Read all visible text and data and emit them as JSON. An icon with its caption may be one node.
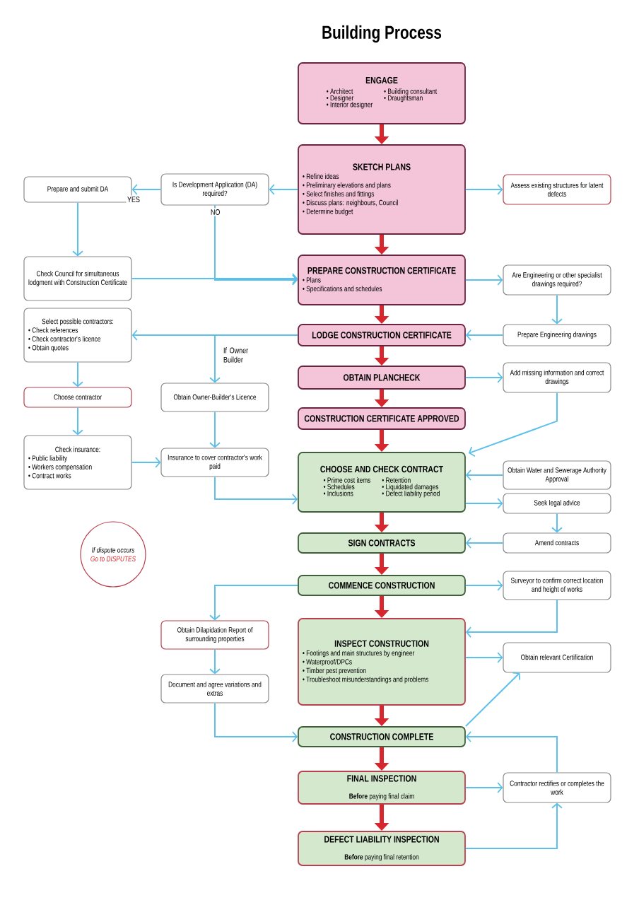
{
  "diagram": {
    "title": "Building Process",
    "nodes": [
      {
        "text": [
          "ENGAGE",
          "• Architect",
          "• Building consultant",
          "• Designer",
          "• Draughtsman",
          "• Interior designer"
        ]
      },
      {
        "text": [
          "SKETCH PLANS",
          "• Refine ideas",
          "• Preliminary elevations and plans",
          "• Select finishes and fittings",
          "• Discuss plans: neighbours, Council",
          "• Determine budget"
        ]
      },
      {
        "text": [
          "Is Development Application (DA) required?"
        ]
      },
      {
        "text": [
          "Prepare and submit DA"
        ]
      },
      {
        "text": [
          "Assess existing structures for latent defects"
        ]
      },
      {
        "text": [
          "Check Council for simultaneous lodgment with Construction Certificate"
        ]
      },
      {
        "text": [
          "PREPARE CONSTRUCTION CERTIFICATE",
          "• Plans",
          "• Specifications and schedules"
        ]
      },
      {
        "text": [
          "Are Engineering or other specialist drawings required?"
        ]
      },
      {
        "text": [
          "Select possible contractors:",
          "• Check references",
          "• Check contractor's licence",
          "• Obtain quotes"
        ]
      },
      {
        "text": [
          "LODGE CONSTRUCTION CERTIFICATE"
        ]
      },
      {
        "text": [
          "Prepare Engineering drawings"
        ]
      },
      {
        "text": [
          "Obtain Owner-Builder's Licence"
        ]
      },
      {
        "text": [
          "Choose contractor"
        ]
      },
      {
        "text": [
          "OBTAIN PLANCHECK"
        ]
      },
      {
        "text": [
          "Add missing information and correct drawings"
        ]
      },
      {
        "text": [
          "CONSTRUCTION CERTIFICATE APPROVED"
        ]
      },
      {
        "text": [
          "Check insurance:",
          "• Public liability",
          "• Workers compensation",
          "• Contract works"
        ]
      },
      {
        "text": [
          "Insurance to cover contractor's work paid"
        ]
      },
      {
        "text": [
          "CHOOSE AND CHECK CONTRACT",
          "• Prime cost items",
          "• Retention",
          "• Schedules",
          "• Liquidated damages",
          "• Inclusions",
          "• Defect liability period"
        ]
      },
      {
        "text": [
          "Obtain Water and Sewerage Authority Approval"
        ]
      },
      {
        "text": [
          "Seek legal advice"
        ]
      },
      {
        "text": [
          "SIGN CONTRACTS"
        ]
      },
      {
        "text": [
          "Amend contracts"
        ]
      },
      {
        "text": [
          "If dispute occurs",
          "Go to DISPUTES"
        ]
      },
      {
        "text": [
          "COMMENCE CONSTRUCTION"
        ]
      },
      {
        "text": [
          "Surveyor to confirm correct location and height of works"
        ]
      },
      {
        "text": [
          "Obtain Dilapidation Report of surrounding properties"
        ]
      },
      {
        "text": [
          "INSPECT CONSTRUCTION",
          "• Footings and main structures by engineer",
          "• Waterproof/DPCs",
          "• Timber pest prevention",
          "• Troubleshoot misunderstandings and problems"
        ]
      },
      {
        "text": [
          "Obtain relevant Certification"
        ]
      },
      {
        "text": [
          "Document and agree variations and extras"
        ]
      },
      {
        "text": [
          "CONSTRUCTION COMPLETE"
        ]
      },
      {
        "text": [
          "FINAL INSPECTION",
          "**Before** paying final claim"
        ]
      },
      {
        "text": [
          "Contractor rectifies or completes the work"
        ]
      },
      {
        "text": [
          "DEFECT LIABILITY INSPECTION",
          "**Before** paying final retention"
        ]
      }
    ],
    "edges": [
      {
        "from": 0,
        "to": 1,
        "arrow": "to",
        "style": "thick",
        "color": "#d7262e"
      },
      {
        "from": 1,
        "to": 6,
        "arrow": "to",
        "style": "thick",
        "color": "#d7262e"
      },
      {
        "from": 6,
        "to": 9,
        "arrow": "to",
        "style": "thick",
        "color": "#d7262e"
      },
      {
        "from": 9,
        "to": 13,
        "arrow": "to",
        "style": "thick",
        "color": "#d7262e"
      },
      {
        "from": 13,
        "to": 15,
        "arrow": "to",
        "style": "thick",
        "color": "#d7262e"
      },
      {
        "from": 15,
        "to": 18,
        "arrow": "to",
        "style": "thick",
        "color": "#d7262e"
      },
      {
        "from": 18,
        "to": 21,
        "arrow": "to",
        "style": "thick",
        "color": "#d7262e"
      },
      {
        "from": 21,
        "to": 24,
        "arrow": "to",
        "style": "thick",
        "color": "#d7262e"
      },
      {
        "from": 24,
        "to": 27,
        "arrow": "to",
        "style": "thick",
        "color": "#d7262e"
      },
      {
        "from": 27,
        "to": 30,
        "arrow": "to",
        "style": "thick",
        "color": "#d7262e"
      },
      {
        "from": 30,
        "to": 31,
        "arrow": "to",
        "style": "thick",
        "color": "#d7262e"
      },
      {
        "from": 31,
        "to": 33,
        "arrow": "to",
        "style": "thick",
        "color": "#d7262e"
      },
      {
        "from": 1,
        "to": 2,
        "arrow": "to"
      },
      {
        "from": 2,
        "to": 3,
        "arrow": "to",
        "label": "YES"
      },
      {
        "from": 2,
        "to": 6,
        "arrow": "to",
        "label": "NO"
      },
      {
        "from": 3,
        "to": 5,
        "arrow": "to"
      },
      {
        "from": 5,
        "to": 6,
        "arrow": "to"
      },
      {
        "from": 1,
        "to": 4,
        "arrow": "to"
      },
      {
        "from": 6,
        "to": 7,
        "arrow": "to"
      },
      {
        "from": 7,
        "to": 10,
        "arrow": "to"
      },
      {
        "from": 10,
        "to": 9,
        "arrow": "to"
      },
      {
        "from": 9,
        "to": 8,
        "arrow": "to"
      },
      {
        "from": 9,
        "to": 11,
        "arrow": "to",
        "label": "If Owner Builder"
      },
      {
        "from": 8,
        "to": 12,
        "arrow": "to"
      },
      {
        "from": 12,
        "to": 16,
        "arrow": "to"
      },
      {
        "from": 16,
        "to": 17,
        "arrow": "to"
      },
      {
        "from": 11,
        "to": 17,
        "arrow": "to"
      },
      {
        "from": 17,
        "to": 18,
        "arrow": "to"
      },
      {
        "from": 13,
        "to": 14,
        "arrow": "to"
      },
      {
        "from": 14,
        "to": 18,
        "arrow": "to"
      },
      {
        "from": 19,
        "to": 18,
        "arrow": "to"
      },
      {
        "from": 18,
        "to": 20,
        "arrow": "to"
      },
      {
        "from": 20,
        "to": 22,
        "arrow": "to"
      },
      {
        "from": 22,
        "to": 21,
        "arrow": "to"
      },
      {
        "from": 24,
        "to": 25,
        "arrow": "to"
      },
      {
        "from": 25,
        "to": 27,
        "arrow": "to"
      },
      {
        "from": 24,
        "to": 26,
        "arrow": "to"
      },
      {
        "from": 26,
        "to": 29,
        "arrow": "to"
      },
      {
        "from": 29,
        "to": 30,
        "arrow": "to"
      },
      {
        "from": 27,
        "to": 28,
        "arrow": "to"
      },
      {
        "from": 30,
        "to": 28,
        "arrow": "to"
      },
      {
        "from": 31,
        "to": 32,
        "arrow": "to"
      },
      {
        "from": 32,
        "to": 30,
        "arrow": "to"
      },
      {
        "from": 33,
        "to": 32,
        "arrow": "to"
      }
    ]
  }
}
